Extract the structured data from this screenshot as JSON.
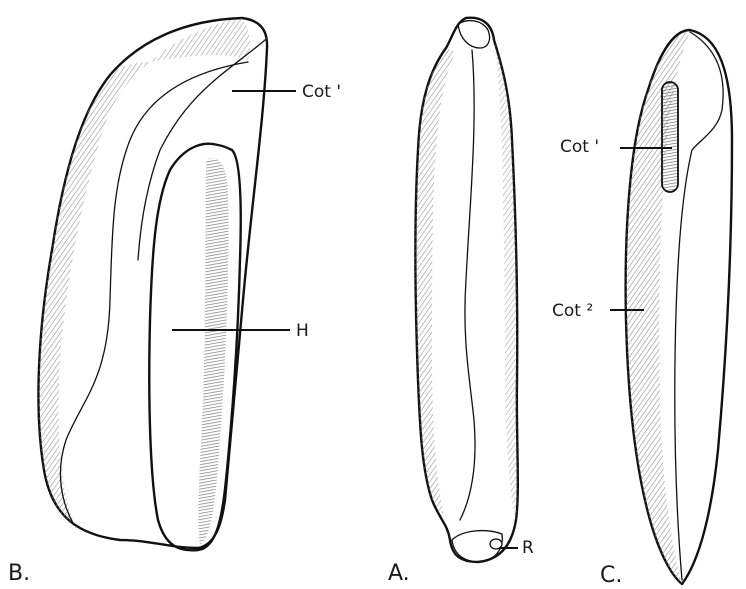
{
  "figure": {
    "panels": {
      "a": {
        "label": "A.",
        "parts": {
          "r": "R"
        }
      },
      "b": {
        "label": "B.",
        "parts": {
          "cot1": "Cot '",
          "h": "H"
        }
      },
      "c": {
        "label": "C.",
        "parts": {
          "cot1": "Cot '",
          "cot2": "Cot ²"
        }
      }
    },
    "colors": {
      "ink": "#111111",
      "shade": "#9a9a9a",
      "background": "#ffffff"
    }
  }
}
